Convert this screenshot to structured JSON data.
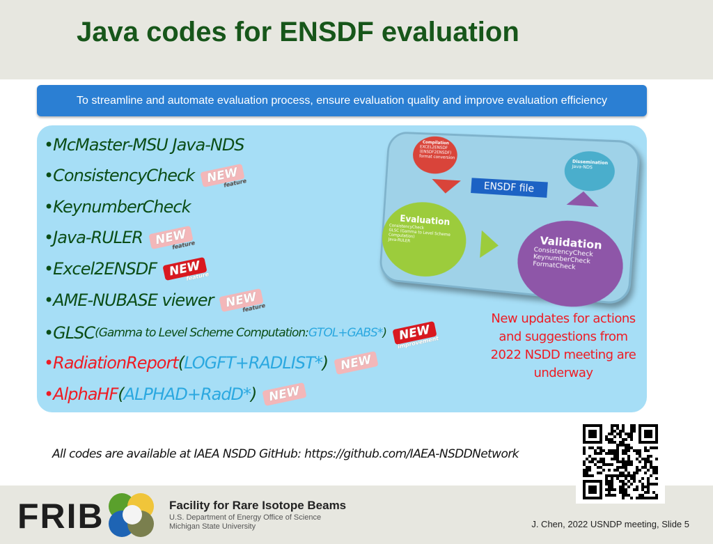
{
  "title": "Java codes for ENSDF evaluation",
  "banner": "To streamline and automate evaluation process, ensure evaluation quality and improve evaluation efficiency",
  "items": [
    {
      "name": "McMaster-MSU Java-NDS"
    },
    {
      "name": "ConsistencyCheck",
      "badge": "NEW",
      "badge_sub": "feature"
    },
    {
      "name": "KeynumberCheck"
    },
    {
      "name": "Java-RULER",
      "badge": "NEW",
      "badge_sub": "feature"
    },
    {
      "name": "Excel2ENSDF",
      "badge": "NEW",
      "badge_sub": "feature"
    },
    {
      "name": "AME-NUBASE viewer",
      "badge": "NEW",
      "badge_sub": "feature"
    },
    {
      "name": "GLSC",
      "detail": "(Gamma to Level Scheme Computation: ",
      "legacy": "GTOL+GABS*",
      "close": ")",
      "badge": "NEW",
      "badge_sub": "improvement"
    },
    {
      "name": "RadiationReport",
      "open": " (",
      "legacy": "LOGFT+RADLIST*",
      "close": ")",
      "badge": "NEW"
    },
    {
      "name": "AlphaHF",
      "open": " (",
      "legacy": "ALPHAD+RadD*",
      "close": ")",
      "badge": "NEW"
    }
  ],
  "diagram": {
    "compilation": {
      "title": "Compilation",
      "items": [
        "EXCEL2ENSDF (ENSDF2ENSDF) format conversion"
      ]
    },
    "dissemination": {
      "title": "Dissemination",
      "items": [
        "Java-NDS"
      ]
    },
    "ensdf_file": "ENSDF file",
    "evaluation": {
      "title": "Evaluation",
      "items": [
        "ConsistencyCheck",
        "GLSC (Gamma to Level Scheme Computation)",
        "Java-RULER"
      ]
    },
    "validation": {
      "title": "Validation",
      "items": [
        "ConsistencyCheck",
        "KeynumberCheck",
        "FormatCheck"
      ]
    }
  },
  "note": "New updates for actions and suggestions from 2022 NSDD meeting are underway",
  "footer_note": "All codes are available at IAEA NSDD GitHub: https://github.com/IAEA-NSDDNetwork",
  "footer": {
    "logo": "FRIB",
    "facility": "Facility for Rare Isotope Beams",
    "doe": "U.S. Department of Energy Office of Science",
    "msu": "Michigan State University",
    "credit": "J. Chen, 2022 USNDP meeting, Slide 5"
  },
  "colors": {
    "title": "#17561a",
    "banner": "#2b7fd3",
    "panel": "#a6def6",
    "red": "#ee1c24",
    "legacy": "#2ba8e0"
  }
}
